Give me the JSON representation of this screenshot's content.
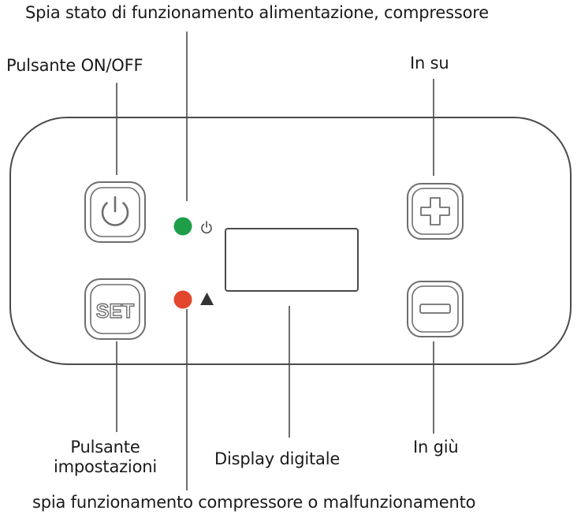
{
  "labels": {
    "indicator_power": "Spia stato di funzionamento alimentazione, compressore",
    "on_off_button": "Pulsante ON/OFF",
    "up": "In su",
    "settings_line1": "Pulsante",
    "settings_line2": "impostazioni",
    "display": "Display digitale",
    "down": "In giù",
    "indicator_fault": "spia funzionamento compressore o malfunzionamento"
  },
  "buttons": {
    "set_text": "SET"
  },
  "colors": {
    "led_green": "#1f9e4a",
    "led_red": "#e2462c",
    "stroke": "#4a4a4a",
    "button_stroke": "#6e6e6e"
  },
  "icons": {
    "power_button": "power-icon",
    "plus_button": "plus-icon",
    "minus_button": "minus-icon",
    "led_power_symbol": "power-icon",
    "led_fault_symbol": "warning-triangle-icon"
  }
}
